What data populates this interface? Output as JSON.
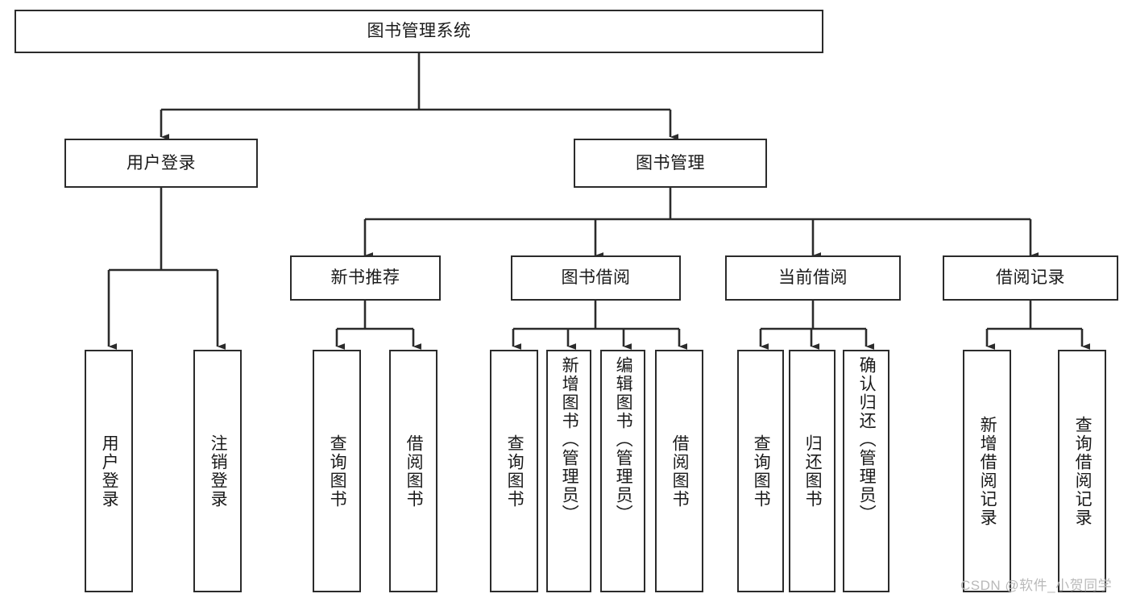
{
  "diagram": {
    "type": "tree-hierarchy",
    "title": "图书管理系统",
    "root": {
      "id": "root",
      "label": "图书管理系统",
      "orientation": "horizontal"
    },
    "level2": [
      {
        "id": "user-login",
        "label": "用户登录",
        "orientation": "horizontal"
      },
      {
        "id": "book-management",
        "label": "图书管理",
        "orientation": "horizontal"
      }
    ],
    "level3": [
      {
        "id": "new-book-recommend",
        "label": "新书推荐",
        "parent": "book-management",
        "orientation": "horizontal"
      },
      {
        "id": "book-borrow",
        "label": "图书借阅",
        "parent": "book-management",
        "orientation": "horizontal"
      },
      {
        "id": "current-borrow",
        "label": "当前借阅",
        "parent": "book-management",
        "orientation": "horizontal"
      },
      {
        "id": "borrow-record",
        "label": "借阅记录",
        "parent": "book-management",
        "orientation": "horizontal"
      }
    ],
    "leaves": [
      {
        "id": "leaf-user-login",
        "label": "用户登录",
        "parent": "user-login",
        "orientation": "vertical"
      },
      {
        "id": "leaf-user-logout",
        "label": "注销登录",
        "parent": "user-login",
        "orientation": "vertical"
      },
      {
        "id": "leaf-query-book-1",
        "label": "查询图书",
        "parent": "new-book-recommend",
        "orientation": "vertical"
      },
      {
        "id": "leaf-borrow-book-1",
        "label": "借阅图书",
        "parent": "new-book-recommend",
        "orientation": "vertical"
      },
      {
        "id": "leaf-query-book-2",
        "label": "查询图书",
        "parent": "book-borrow",
        "orientation": "vertical"
      },
      {
        "id": "leaf-add-book",
        "label": "新增图书（管理员）",
        "parent": "book-borrow",
        "orientation": "vertical"
      },
      {
        "id": "leaf-edit-book",
        "label": "编辑图书（管理员）",
        "parent": "book-borrow",
        "orientation": "vertical"
      },
      {
        "id": "leaf-borrow-book-2",
        "label": "借阅图书",
        "parent": "book-borrow",
        "orientation": "vertical"
      },
      {
        "id": "leaf-query-book-3",
        "label": "查询图书",
        "parent": "current-borrow",
        "orientation": "vertical"
      },
      {
        "id": "leaf-return-book",
        "label": "归还图书",
        "parent": "current-borrow",
        "orientation": "vertical"
      },
      {
        "id": "leaf-confirm-return",
        "label": "确认归还（管理员）",
        "parent": "current-borrow",
        "orientation": "vertical"
      },
      {
        "id": "leaf-add-record",
        "label": "新增借阅记录",
        "parent": "borrow-record",
        "orientation": "vertical"
      },
      {
        "id": "leaf-query-record",
        "label": "查询借阅记录",
        "parent": "borrow-record",
        "orientation": "vertical"
      }
    ],
    "colors": {
      "stroke": "#2b2b2b",
      "fill": "#ffffff",
      "text": "#1a1a1a",
      "watermark": "#b9b9b9"
    }
  },
  "watermark": {
    "text": "CSDN @软件_小贺同学"
  }
}
